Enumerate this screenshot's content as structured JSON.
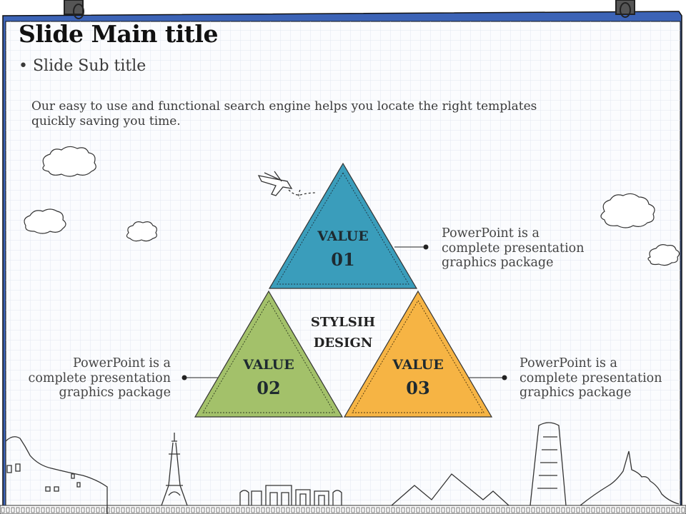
{
  "slide": {
    "title": "Slide Main title",
    "subtitle_bullet": "•",
    "subtitle": "Slide Sub title",
    "body_line1": "Our easy to use and functional search engine helps you locate the right templates",
    "body_line2": "quickly saving you time."
  },
  "diagram": {
    "center_line1": "STYLSIH",
    "center_line2": "DESIGN",
    "items": [
      {
        "label": "VALUE",
        "number": "01",
        "color": "#3a9dbb",
        "note": [
          "PowerPoint is a",
          "complete presentation",
          "graphics package"
        ]
      },
      {
        "label": "VALUE",
        "number": "02",
        "color": "#a3c16a",
        "note": [
          "PowerPoint is a",
          "complete presentation",
          "graphics package"
        ]
      },
      {
        "label": "VALUE",
        "number": "03",
        "color": "#f6b444",
        "note": [
          "PowerPoint is a",
          "complete presentation",
          "graphics package"
        ]
      }
    ]
  },
  "theme": {
    "board_border": "#2e4a8f",
    "grid_line": "#dfe4ef",
    "sketch_stroke": "#333333"
  },
  "decor": {
    "icons": [
      "binder-clip-icon",
      "paper-plane-icon",
      "cloud-icon",
      "landmark-skyline-icon"
    ]
  }
}
